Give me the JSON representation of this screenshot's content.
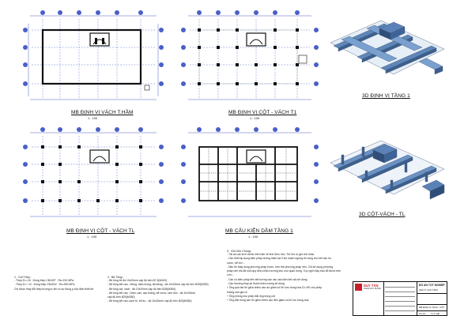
{
  "views": {
    "plan_wall_basement": {
      "title": "MB ĐỊNH VỊ VÁCH T.HẦM",
      "scale": "1 : 100"
    },
    "plan_column_floor1": {
      "title": "MB ĐỊNH VỊ CỘT - VÁCH T1",
      "scale": "1 : 100"
    },
    "plan_column_roof": {
      "title": "MB ĐỊNH VỊ CỘT - VÁCH TL",
      "scale": "1 : 100"
    },
    "plan_beam_floor1": {
      "title": "MB CẤU KIỆN DẦM TẦNG 1",
      "scale": "1 : 100"
    },
    "iso_floor1": {
      "title": "3D ĐỊNH VỊ TẦNG 1"
    },
    "iso_column_roof": {
      "title": "3D CỘT-VÁCH - TL"
    }
  },
  "notes": {
    "col1": {
      "heading": "1 . Cốt Thép :",
      "lines": [
        "- Thép D<=10 : Dùng thép CB240T , Rs=210 MPa",
        "- Thép D>= 10 : Dùng thép CB400V , Rs=350 MPa",
        "Chi được thay đổi thép tương tự khi có sự đồng ý của định thiết kế"
      ]
    },
    "col2": {
      "heading": "2 . Bê Tông :",
      "lines": [
        "- Bê tông lót đá 10x20mm cấp độ bền B7.5(M100)",
        "- Bê tông kết cấu : Móng, dầm móng, đà kiềng - đá 10x20mm cấp độ bền B25(M350)",
        "- Bê tông cột, vách : đá 10x20mm cấp độ bền B25(M350)",
        "- Bê tông kết cấu : Dầm, sàn, cầu thang, bể nước, ram dốc - đá 10x20mm",
        "  cấp độ bền B25(M350)",
        "- Bê tông kết cấu Lanh tô, bổ trụ - đá 10x20mm cấp độ bền B25(M350)"
      ]
    },
    "col3": {
      "heading": "3 . Ghi Chú Chung :",
      "lines": [
        "- Tất cả các kích thước trên bản vẽ tính theo mm. Trừ khi có ghi chú khác",
        "- Cần thiết áp dụng biện pháp chống thấm lại ở khi mạch ngừng thi công cho kết cấu hồ",
        "  nước, bể bơi ...",
        "- Nếu thi thấy dùng phương pháp bước, hơn thế phương pháp nén. Chỉ sử dụng phương",
        "  pháp nén khi đã một quy định chiều hướng khu vực quan trọng. Tuy nghĩ thay bàn đổ được trên",
        "  vị trí...",
        "- Cần có biện pháp liên kết tường vào các cấu kiện kết cấu kế dòng",
        "- Cần thường thay lại thuốt nhiều tương kế dùng",
        "  + Ông quá lần thi giữa nhiều cao dự giảm số lời hưu trung hòa D=>50 cho phép",
        "  không cần gia cố",
        "  + Ông không cho phép đặt ống trong cột",
        "  + Ông đặt trong sàn thì giữa nhiều cao đến giảm số lời lưu trung hòa"
      ]
    }
  },
  "title_block": {
    "logo_text": "DUY TÂN",
    "faculty": "KHOA XÂY DỰNG",
    "project_title": "ĐỒ ÁN TỐT NGHIỆP",
    "project_subtitle": "NHÀ Ở CAO TẦNG",
    "drawing_name": "MB ĐỊNH VỊ VÁCH - CỘT",
    "scale_label": "TL 1:100",
    "sheet_no": "KC-01"
  }
}
